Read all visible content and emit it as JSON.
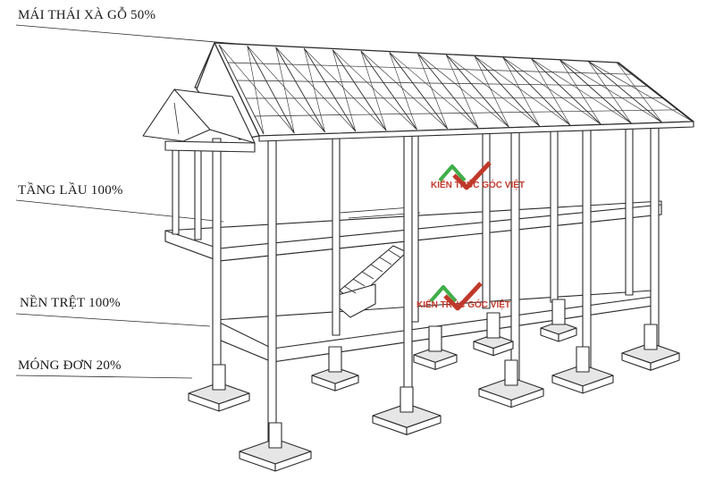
{
  "labels": {
    "roof": "MÁI THÁI XÀ GỖ 50%",
    "upper_floor": "TẦNG LẦU 100%",
    "ground_floor": "NỀN TRỆT 100%",
    "foundation": "MÓNG ĐƠN 20%"
  },
  "watermark": {
    "text": "KIẾN TRÚC GÓC VIỆT",
    "text_color": "#c0392b",
    "logo_colors": [
      "#3fae49",
      "#c0392b"
    ]
  },
  "colors": {
    "stroke": "#2b2b2b",
    "structure_fill": "#ffffff",
    "shadow_fill": "#e6e6e6"
  }
}
